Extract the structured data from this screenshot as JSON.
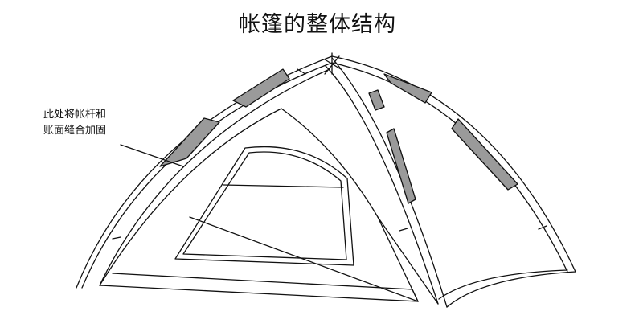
{
  "title": "帐篷的整体结构",
  "annotation": {
    "line1": "此处将帐杆和",
    "line2": "账面缝合加固"
  },
  "colors": {
    "stroke": "#111111",
    "reinforcement": "#9a9a9a",
    "fabric": "#ffffff"
  }
}
